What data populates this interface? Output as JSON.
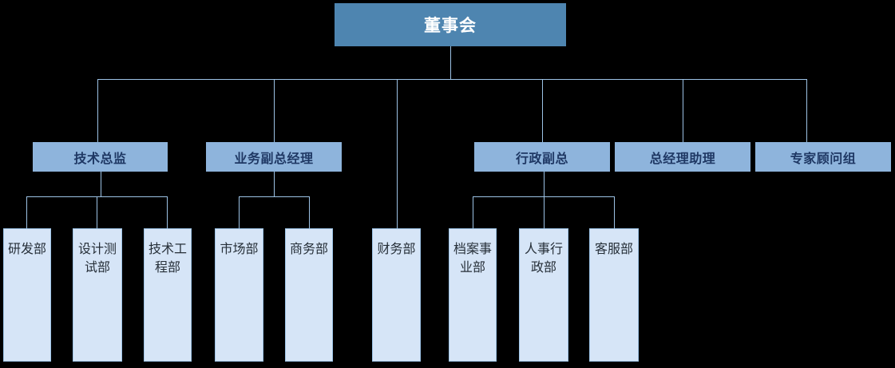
{
  "diagram": {
    "title_text": "董事会",
    "type": "organization-chart",
    "colors": {
      "root_fill": "#4E85B0",
      "root_text": "#FFFFFF",
      "level2_fill": "#8EB4DC",
      "level2_text": "#1F3864",
      "leaf_fill": "#D6E5F7",
      "leaf_text": "#262F38",
      "connector": "#9DC3E6",
      "background": "#000000"
    }
  },
  "nodes": {
    "root": {
      "label": "董事会"
    },
    "level2": [
      {
        "label": "技术总监"
      },
      {
        "label": "业务副总经理"
      },
      {
        "label": "行政副总"
      },
      {
        "label": "总经理助理"
      },
      {
        "label": "专家顾问组"
      }
    ],
    "leaves": [
      {
        "label": "研发部",
        "parent": "技术总监"
      },
      {
        "label": "设计测试部",
        "parent": "技术总监"
      },
      {
        "label": "技术工程部",
        "parent": "技术总监"
      },
      {
        "label": "市场部",
        "parent": "业务副总经理"
      },
      {
        "label": "商务部",
        "parent": "业务副总经理"
      },
      {
        "label": "财务部",
        "parent": "董事会"
      },
      {
        "label": "档案事业部",
        "parent": "行政副总"
      },
      {
        "label": "人事行政部",
        "parent": "行政副总"
      },
      {
        "label": "客服部",
        "parent": "行政副总"
      }
    ]
  }
}
